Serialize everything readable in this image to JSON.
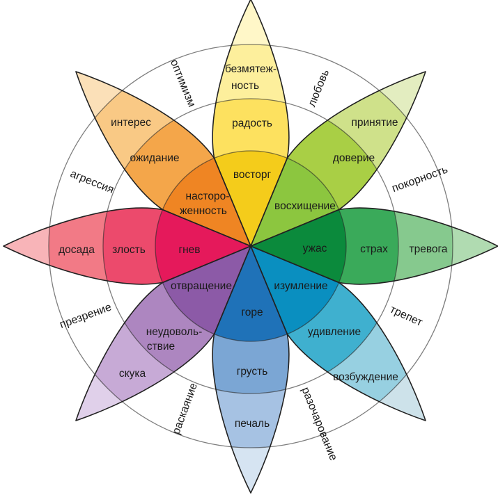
{
  "petals": [
    {
      "id": "joy",
      "angle": -90,
      "colors": [
        "#f4cc1b",
        "#fde15f",
        "#fdef9c",
        "#fff7c8"
      ],
      "inner": "восторг",
      "middle": "радость",
      "outer": [
        "безмятеж-",
        "ность"
      ]
    },
    {
      "id": "trust",
      "angle": -45,
      "colors": [
        "#8cc63f",
        "#a9cf45",
        "#cfe18a",
        "#e3edc0"
      ],
      "inner": "восхищение",
      "middle": "доверие",
      "outer": [
        "принятие"
      ]
    },
    {
      "id": "fear",
      "angle": 0,
      "colors": [
        "#0b8a3c",
        "#3aaa5a",
        "#86c98e",
        "#b0dbb1"
      ],
      "inner": "ужас",
      "middle": "страх",
      "outer": [
        "тревога"
      ]
    },
    {
      "id": "surprise",
      "angle": 45,
      "colors": [
        "#0a8fc0",
        "#3fb0cf",
        "#97d0e1",
        "#cde2ea"
      ],
      "inner": "изумление",
      "middle": "удивление",
      "outer": [
        "возбуждение"
      ]
    },
    {
      "id": "sadness",
      "angle": 90,
      "colors": [
        "#1f72b8",
        "#7ba6d4",
        "#a6c2e3",
        "#d6e4f2"
      ],
      "inner": "горе",
      "middle": "грусть",
      "outer": [
        "печаль"
      ]
    },
    {
      "id": "disgust",
      "angle": 135,
      "colors": [
        "#8c5aa7",
        "#ad86c0",
        "#c7aad6",
        "#e0d0ea"
      ],
      "inner": "отвращение",
      "middle": [
        "неудоволь-",
        "ствие"
      ],
      "outer": [
        "скука"
      ]
    },
    {
      "id": "anger",
      "angle": 180,
      "colors": [
        "#e5195b",
        "#ec4a6c",
        "#f27a86",
        "#f8b4b8"
      ],
      "inner": "гнев",
      "middle": "злость",
      "outer": [
        "досада"
      ]
    },
    {
      "id": "anticipation",
      "angle": -135,
      "colors": [
        "#ef8523",
        "#f4a64a",
        "#f9c985",
        "#fbe0b8"
      ],
      "inner": [
        "насторо-",
        "женность"
      ],
      "middle": "ожидание",
      "outer": [
        "интерес"
      ]
    }
  ],
  "dyads": [
    "оптимизм",
    "любовь",
    "покорность",
    "трепет",
    "разочарование",
    "раскаяние",
    "презрение",
    "агрессия"
  ]
}
